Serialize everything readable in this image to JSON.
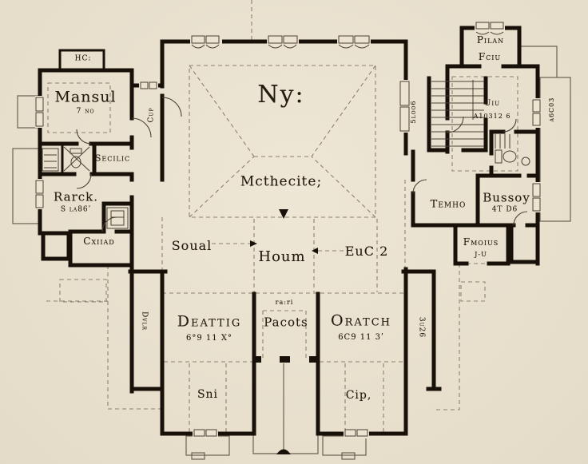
{
  "palette": {
    "paper": "#ece4d1",
    "ink": "#181109",
    "thin_line": "#6b6153",
    "dashed_line": "#8c8172",
    "text": "#241b10"
  },
  "plan": {
    "title": "Ny:",
    "subtitle": "Mcthecite;",
    "labels": {
      "hc": "HC:",
      "mansul": "Mansul",
      "mansul_dim": "7 no",
      "cup": "Cup",
      "secilic": "Secilic",
      "rarck": "Rarck.",
      "rarck_dim": "S la86ʹ",
      "cxiiad": "Cxiiad",
      "soual": "Soual",
      "houm": "Houm",
      "euc2": "EuC 2",
      "deattig": "Deattig",
      "deattig_dim": "6°9 11 X°",
      "pacots_small": "ra:ri",
      "pacots": "Pacots",
      "oratch": "Oratch",
      "oratch_dim": "6C9 11 3ʹ",
      "sni": "Sni",
      "cip": "Cip,",
      "dvlr": "Dvlr",
      "u26": "3u26",
      "floo": "5loo6",
      "pilan": "Pilan",
      "fciu": "Fciu",
      "uiu": "Uiu",
      "uiu_dim": "A10312 6",
      "agc03": "a6C03",
      "temho": "Temho",
      "bussoy": "Bussoy",
      "bussoy_dim": "4T D6",
      "fmoius": "Fmoius",
      "fmoius_dim": "J-U"
    }
  }
}
